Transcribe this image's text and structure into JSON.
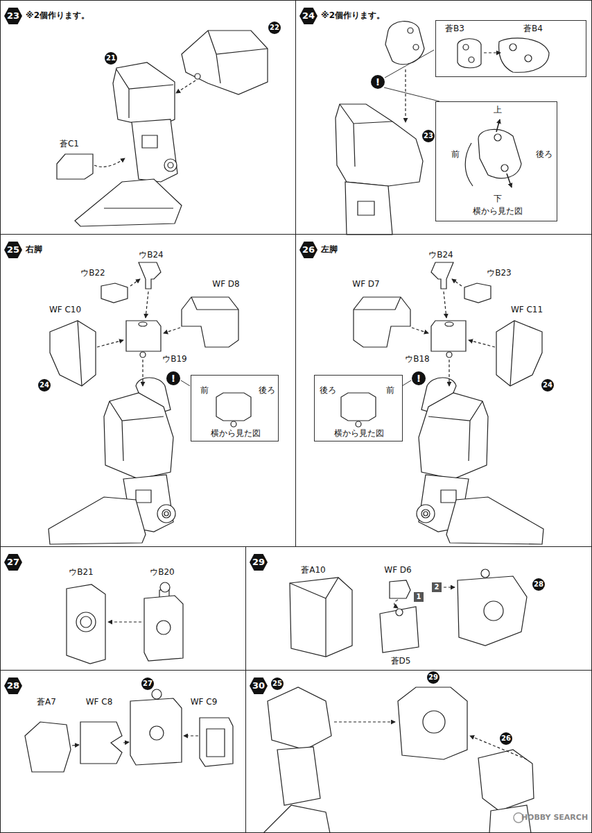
{
  "diagram": {
    "nodes": [
      {
        "text": [
          "23",
          "※2個作ります。"
        ]
      },
      {
        "text": [
          "24",
          "※2個作ります。"
        ]
      },
      {
        "text": [
          "蒼B3",
          "蒼B4"
        ],
        "in": 1
      },
      {
        "text": [
          "上",
          "前",
          "後ろ",
          "下",
          "横から見た図"
        ],
        "in": 1
      },
      {
        "text": [
          "25",
          "右脚"
        ]
      },
      {
        "text": [
          "前",
          "後ろ",
          "横から見た図"
        ],
        "in": 4
      },
      {
        "text": [
          "26",
          "左脚"
        ]
      },
      {
        "text": [
          "後ろ",
          "前",
          "横から見た図"
        ],
        "in": 6
      },
      {
        "text": [
          "27"
        ]
      },
      {
        "text": [
          "29"
        ]
      },
      {
        "text": [
          "28"
        ]
      },
      {
        "text": [
          "30"
        ]
      }
    ],
    "labels": [
      "21",
      "22",
      "蒼C1",
      "!",
      "23",
      "ウB24",
      "ウB22",
      "WF D8",
      "WF C10",
      "ウB19",
      "!",
      "24",
      "ウB24",
      "ウB23",
      "WF D7",
      "WF C11",
      "ウB18",
      "!",
      "24",
      "ウB21",
      "ウB20",
      "蒼A7",
      "WF C8",
      "27",
      "WF C9",
      "蒼A10",
      "WF D6",
      "2",
      "1",
      "蒼D5",
      "28",
      "25",
      "29",
      "26",
      "HOBBY SEARCH"
    ]
  }
}
